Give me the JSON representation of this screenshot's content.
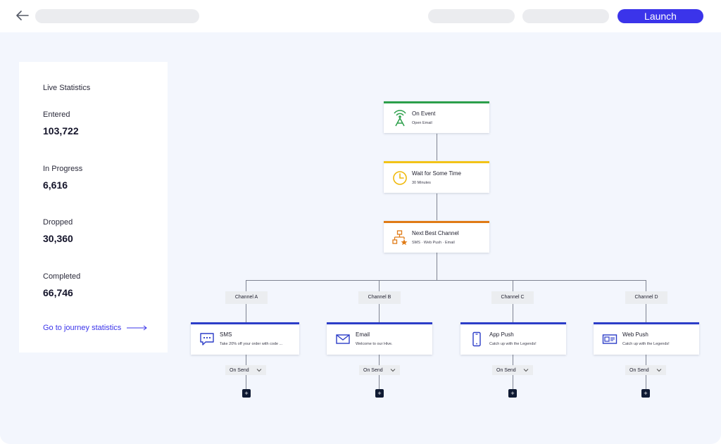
{
  "header": {
    "launch_label": "Launch"
  },
  "stats": {
    "title": "Live Statistics",
    "items": [
      {
        "label": "Entered",
        "value": "103,722"
      },
      {
        "label": "In Progress",
        "value": "6,616"
      },
      {
        "label": "Dropped",
        "value": "30,360"
      },
      {
        "label": "Completed",
        "value": "66,746"
      }
    ],
    "link_label": "Go to journey statistics"
  },
  "flow": {
    "on_event": {
      "title": "On Event",
      "subtitle": "Open Email",
      "accent": "#2c9f4a",
      "icon": "antenna-icon"
    },
    "wait": {
      "title": "Wait for Some Time",
      "subtitle": "30 Minutes",
      "accent": "#f2c318",
      "icon": "clock-icon"
    },
    "next_best": {
      "title": "Next Best Channel",
      "subtitle": "SMS · Web Push · Email",
      "accent": "#e07b16",
      "icon": "channel-tree-icon"
    }
  },
  "channels": [
    {
      "label": "Channel A",
      "title": "SMS",
      "subtitle": "Take 20% off your order with code ...",
      "icon": "sms-icon",
      "action": "On Send",
      "add": "+"
    },
    {
      "label": "Channel B",
      "title": "Email",
      "subtitle": "Welcome to our Hive.",
      "icon": "email-icon",
      "action": "On Send",
      "add": "+"
    },
    {
      "label": "Channel C",
      "title": "App Push",
      "subtitle": "Catch up with the Legends!",
      "icon": "mobile-icon",
      "action": "On Send",
      "add": "+"
    },
    {
      "label": "Channel D",
      "title": "Web Push",
      "subtitle": "Catch up with the Legends!",
      "icon": "web-push-icon",
      "action": "On Send",
      "add": "+"
    }
  ],
  "colors": {
    "accent_blue": "#3b34ea",
    "channel_card_accent": "#2c3dc8",
    "canvas_bg": "#f3f6fd"
  }
}
